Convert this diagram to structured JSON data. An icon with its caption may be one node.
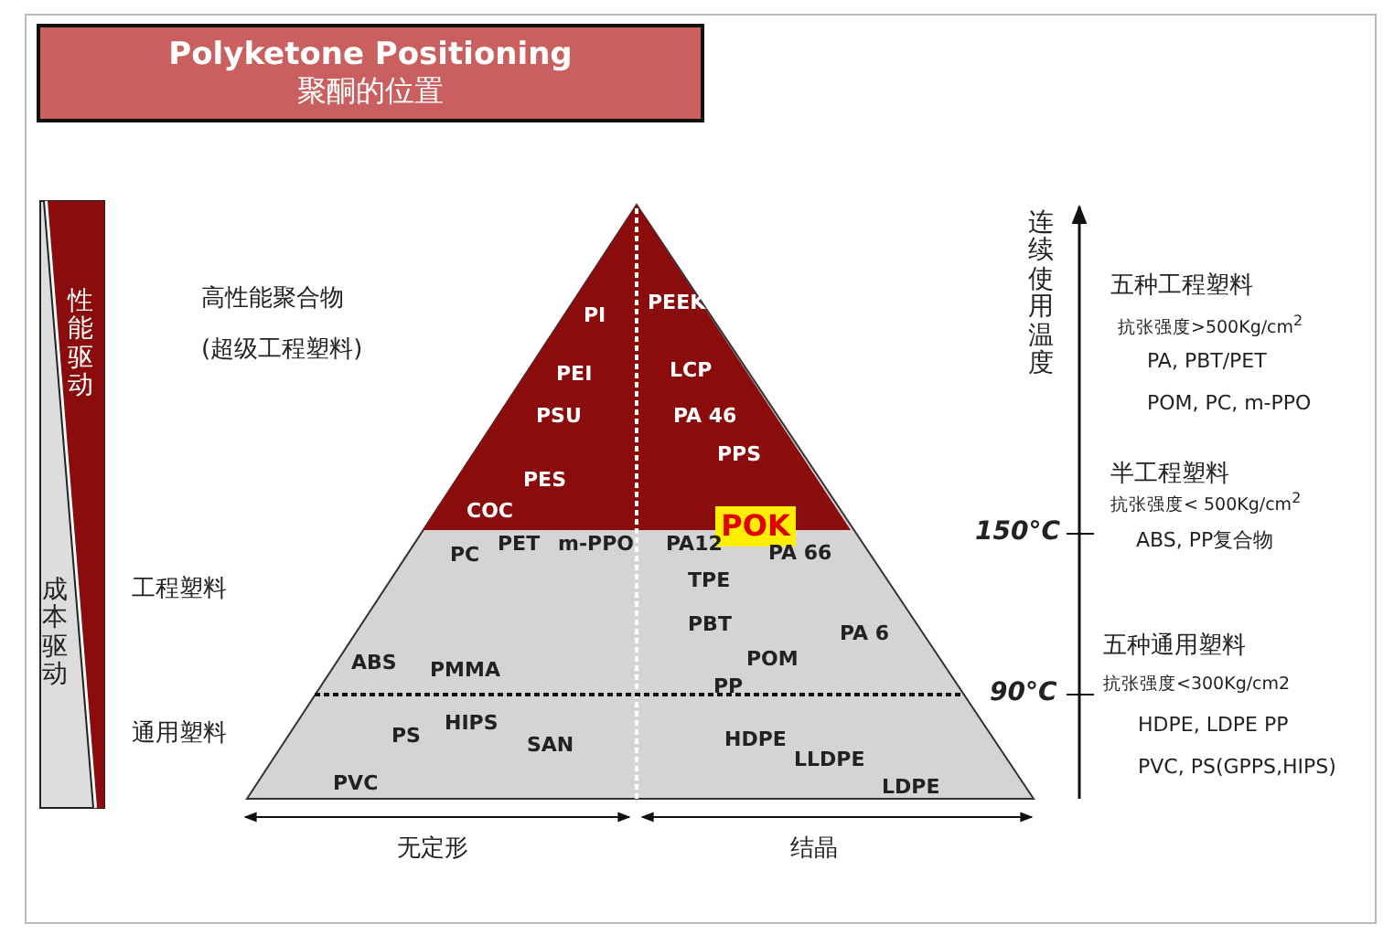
{
  "diagram": {
    "nodes": [
      {
        "text": [
          "Polyketone Positioning",
          "聚酮的位置"
        ]
      },
      {
        "text": [
          "POK"
        ]
      }
    ],
    "labels": [
      "性能驱动",
      "成本驱动",
      "高性能聚合物",
      "(超级工程塑料)",
      "PI",
      "PEEK",
      "PEI",
      "LCP",
      "PSU",
      "PA 46",
      "PPS",
      "PES",
      "COC",
      "PC",
      "PET",
      "m-PPO",
      "PA12",
      "PA 66",
      "工程塑料",
      "TPE",
      "PBT",
      "PA 6",
      "ABS",
      "PMMA",
      "POM",
      "PP",
      "通用塑料",
      "PS",
      "HIPS",
      "SAN",
      "HDPE",
      "LLDPE",
      "PVC",
      "LDPE",
      "无定形",
      "结晶",
      "连续使用温度",
      "五种工程塑料",
      "抗张强度>500Kg/cm$^{2}$",
      "PA, PBT/PET",
      "POM, PC, m-PPO",
      "半工程塑料",
      "抗张强度< 500Kg/cm$^{2}$",
      "150°C",
      "ABS, PP复合物",
      "五种通用塑料",
      "90°C",
      "抗张强度<300Kg/cm2",
      "HDPE, LDPE  PP",
      "PVC, PS(GPPS,HIPS)"
    ]
  }
}
